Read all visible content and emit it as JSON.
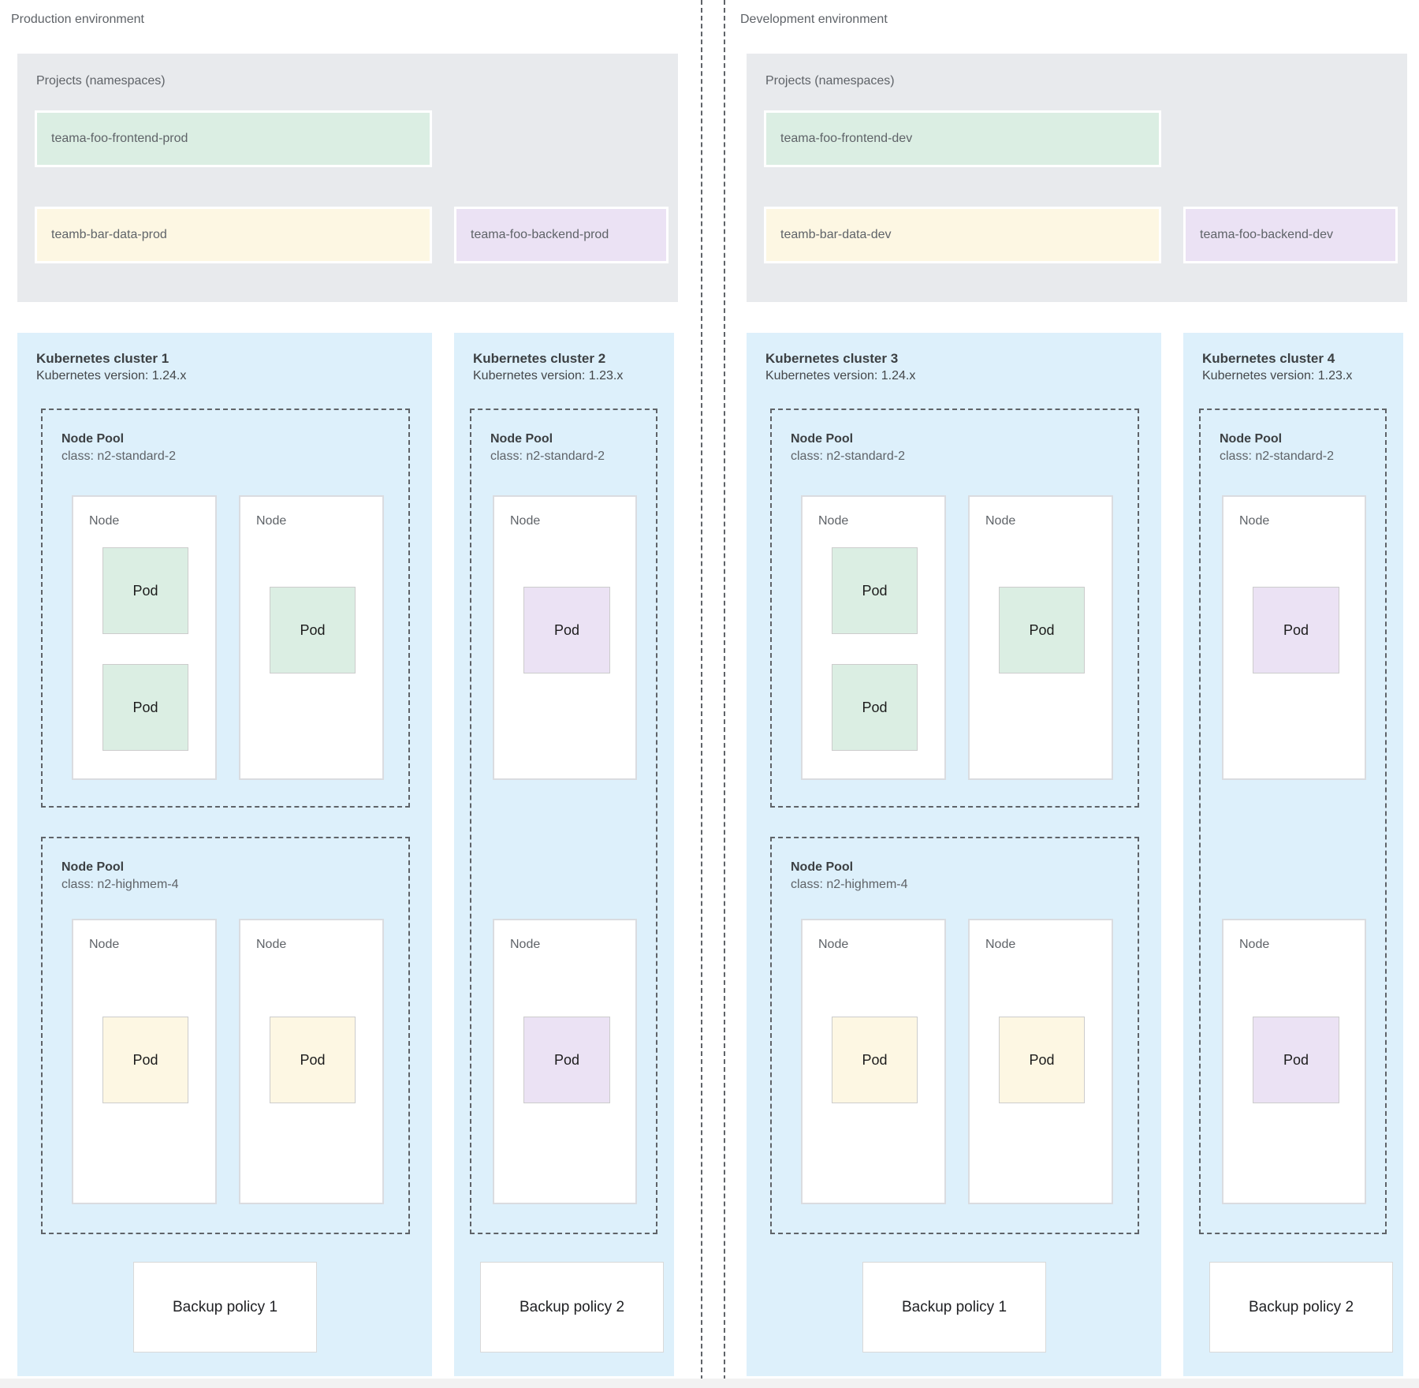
{
  "palette": {
    "projects-bg": "#e8eaed",
    "cluster-bg": "#ddf0fb",
    "ns-green": "#dbeee3",
    "ns-yellow": "#fdf7e3",
    "ns-purple": "#ebe2f4",
    "node-border": "#dadce0",
    "pod-border": "#cccccc",
    "dash-border": "#5f6368",
    "backup-border": "#d9d9d9",
    "strip-bg": "#f2f2f2"
  },
  "labels": {
    "node": "Node",
    "pod": "Pod"
  },
  "production": {
    "env_label": "Production environment",
    "projects_title": "Projects (namespaces)",
    "namespaces": {
      "frontend": "teama-foo-frontend-prod",
      "data": "teamb-bar-data-prod",
      "backend": "teama-foo-backend-prod"
    },
    "cluster_a": {
      "title": "Kubernetes cluster 1",
      "version": "Kubernetes version: 1.24.x",
      "pool1_title": "Node Pool",
      "pool1_class": "class: n2-standard-2",
      "pool2_title": "Node Pool",
      "pool2_class": "class: n2-highmem-4",
      "backup": "Backup policy 1"
    },
    "cluster_b": {
      "title": "Kubernetes cluster 2",
      "version": "Kubernetes version: 1.23.x",
      "pool_title": "Node Pool",
      "pool_class": "class: n2-standard-2",
      "backup": "Backup policy 2"
    }
  },
  "development": {
    "env_label": "Development environment",
    "projects_title": "Projects (namespaces)",
    "namespaces": {
      "frontend": "teama-foo-frontend-dev",
      "data": "teamb-bar-data-dev",
      "backend": "teama-foo-backend-dev"
    },
    "cluster_a": {
      "title": "Kubernetes cluster 3",
      "version": "Kubernetes version: 1.24.x",
      "pool1_title": "Node Pool",
      "pool1_class": "class: n2-standard-2",
      "pool2_title": "Node Pool",
      "pool2_class": "class: n2-highmem-4",
      "backup": "Backup policy 1"
    },
    "cluster_b": {
      "title": "Kubernetes cluster 4",
      "version": "Kubernetes version: 1.23.x",
      "pool_title": "Node Pool",
      "pool_class": "class: n2-standard-2",
      "backup": "Backup policy 2"
    }
  }
}
